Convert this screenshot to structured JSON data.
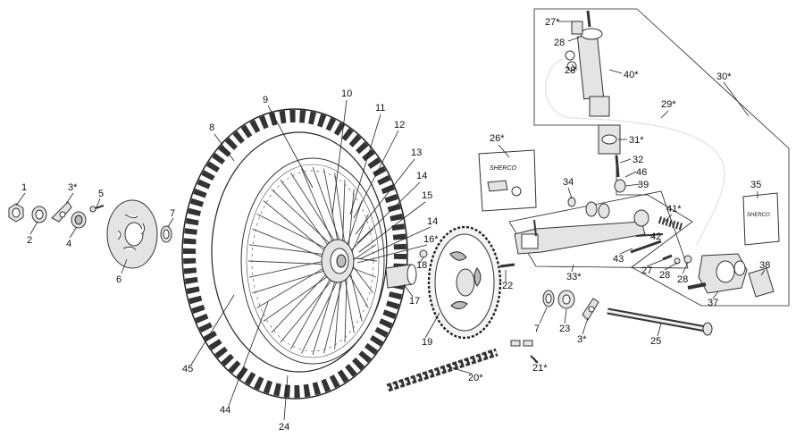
{
  "labels": {
    "l1": "1",
    "l2": "2",
    "l3a": "3*",
    "l4": "4",
    "l5": "5",
    "l6": "6",
    "l7a": "7",
    "l8": "8",
    "l9": "9",
    "l10": "10",
    "l11": "11",
    "l12": "12",
    "l13": "13",
    "l14a": "14",
    "l15": "15",
    "l14b": "14",
    "l16": "16*",
    "l18": "18",
    "l17": "17",
    "l19": "19",
    "l22": "22",
    "l45": "45",
    "l44": "44",
    "l24": "24",
    "l20": "20*",
    "l21": "21*",
    "l7b": "7",
    "l23": "23",
    "l3b": "3*",
    "l25": "25",
    "l26": "26*",
    "l34": "34",
    "l33": "33*",
    "l43": "43",
    "l42": "42",
    "l41": "41*",
    "l27a": "27*",
    "l28a": "28",
    "l28b": "28",
    "l40": "40*",
    "l30": "30*",
    "l29": "29*",
    "l31": "31*",
    "l32": "32",
    "l46": "46",
    "l39": "39",
    "l35": "35",
    "l27b": "27",
    "l28c": "28",
    "l28d": "28",
    "l38": "38",
    "l37": "37"
  },
  "brand": {
    "sticker_a": "SHERCO",
    "sticker_b": "SHERCO"
  }
}
